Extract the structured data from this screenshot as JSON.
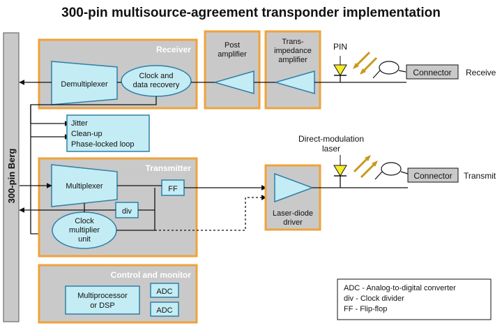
{
  "title": "300-pin multisource-agreement transponder implementation",
  "colors": {
    "gray_box": "#c9c9c9",
    "orange_border": "#f0a23a",
    "light_blue": "#c4ecf4",
    "blue_stroke": "#2f7fa6",
    "pin_yellow": "#f4ec2a",
    "line": "#111111"
  },
  "berg_label": "300-pin Berg",
  "receiver": {
    "header": "Receiver",
    "demux": "Demultiplexer",
    "cdr": [
      "Clock and",
      "data recovery"
    ]
  },
  "post_amp": [
    "Post",
    "amplifier"
  ],
  "tia": [
    "Trans-",
    "impedance",
    "amplifier"
  ],
  "pin_label": "PIN",
  "rx_connector": "Connector",
  "rx_label": "Receive",
  "jitter": [
    "Jitter",
    "Clean-up",
    "Phase-locked loop"
  ],
  "dml_label": [
    "Direct-modulation",
    "laser"
  ],
  "transmitter": {
    "header": "Transmitter",
    "mux": "Multiplexer",
    "ff": "FF",
    "div": "div",
    "cmu": [
      "Clock",
      "multiplier",
      "unit"
    ]
  },
  "ld_driver": [
    "Laser-diode",
    "driver"
  ],
  "tx_connector": "Connector",
  "tx_label": "Transmit",
  "control": {
    "header": "Control and monitor",
    "mp": [
      "Multiprocessor",
      "or DSP"
    ],
    "adc1": "ADC",
    "adc2": "ADC"
  },
  "legend": [
    "ADC - Analog-to-digital converter",
    "div - Clock divider",
    "FF - Flip-flop"
  ]
}
